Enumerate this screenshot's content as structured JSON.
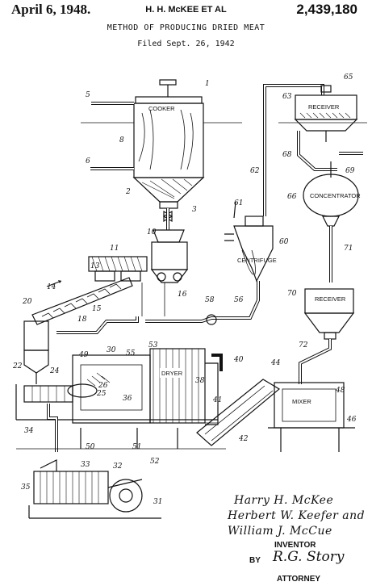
{
  "header": {
    "date": "April 6, 1948.",
    "inventors": "H. H. McKEE ET AL",
    "patent_number": "2,439,180",
    "title": "METHOD OF PRODUCING DRIED MEAT",
    "filed": "Filed Sept. 26, 1942"
  },
  "drawing_labels": {
    "cooker": "COOKER",
    "receiver_top": "RECEIVER",
    "concentrator": "CONCENTRATOR",
    "centrifuge": "CENTRIFUGE",
    "receiver_bottom": "RECEIVER",
    "dryer": "DRYER",
    "mixer": "MIXER"
  },
  "reference_numerals": [
    "1",
    "2",
    "3",
    "5",
    "6",
    "8",
    "10",
    "11",
    "13",
    "14",
    "15",
    "16",
    "18",
    "20",
    "22",
    "24",
    "25",
    "26",
    "30",
    "31",
    "32",
    "33",
    "34",
    "35",
    "36",
    "38",
    "40",
    "41",
    "42",
    "44",
    "46",
    "48",
    "49",
    "50",
    "51",
    "52",
    "53",
    "55",
    "56",
    "58",
    "60",
    "61",
    "62",
    "63",
    "65",
    "66",
    "68",
    "69",
    "70",
    "71",
    "72"
  ],
  "signatures": {
    "inventor_1": "Harry H. McKee",
    "inventor_2": "Herbert W. Keefer and",
    "inventor_3": "William J. McCue",
    "inventor_label": "INVENTOR",
    "by_label": "BY",
    "attorney_signature": "R.G. Story",
    "attorney_label": "ATTORNEY"
  }
}
